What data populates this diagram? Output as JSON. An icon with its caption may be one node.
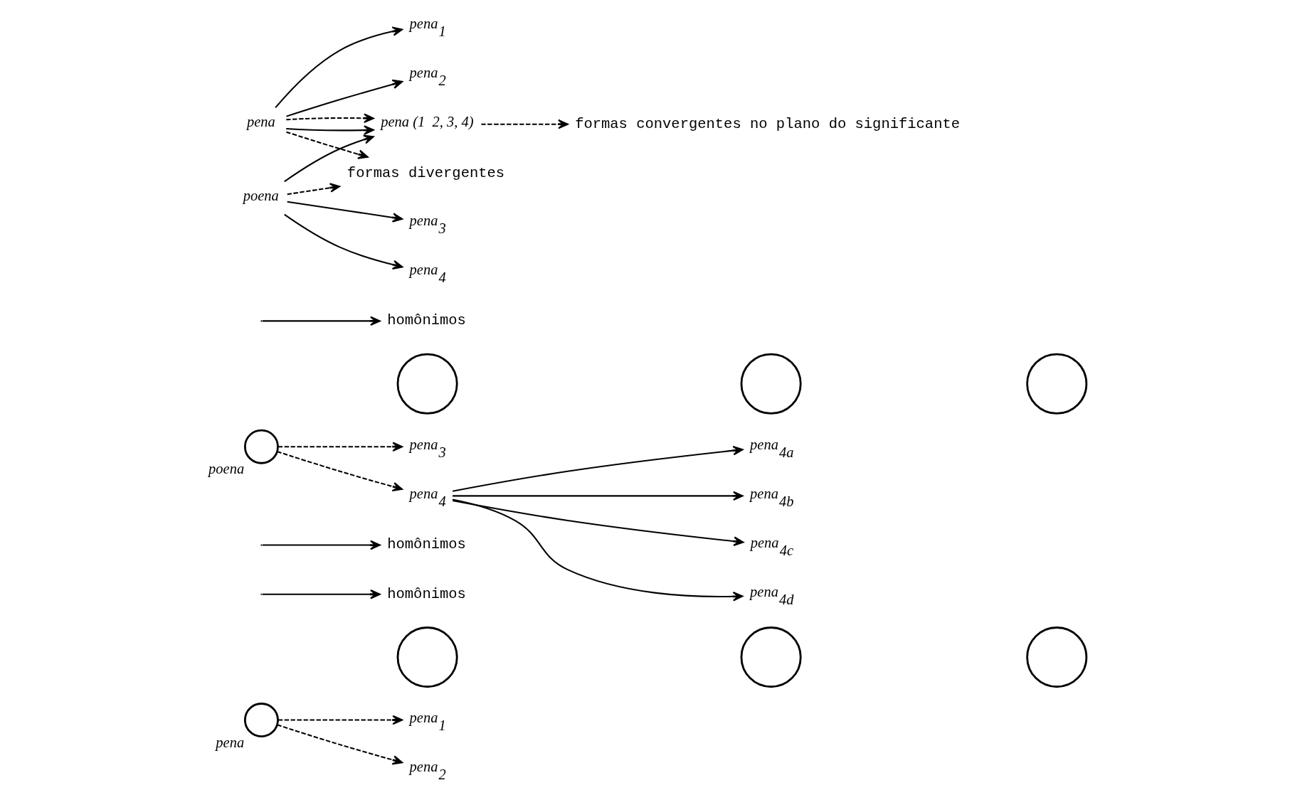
{
  "diagram": {
    "nodes": [
      {
        "text": [],
        "shape": "circle",
        "beside": [
          "pena"
        ]
      },
      {
        "text": [],
        "shape": "circle"
      },
      {
        "text": [],
        "shape": "circle"
      },
      {
        "text": [],
        "shape": "circle"
      },
      {
        "text": [
          "pena$_{1}$"
        ]
      },
      {
        "text": [
          "pena$_{2}$"
        ]
      },
      {
        "text": [
          "homônimos"
        ]
      },
      {
        "text": [
          "homônimos"
        ]
      },
      {
        "text": [],
        "shape": "circle",
        "beside": [
          "poena"
        ]
      },
      {
        "text": [],
        "shape": "circle"
      },
      {
        "text": [],
        "shape": "circle"
      },
      {
        "text": [],
        "shape": "circle"
      },
      {
        "text": [
          "pena$_{3}$"
        ]
      },
      {
        "text": [
          "pena$_{4}$"
        ]
      },
      {
        "text": [
          "homônimos"
        ]
      },
      {
        "text": [
          "pena$_{4a}$"
        ]
      },
      {
        "text": [
          "pena$_{4b}$"
        ]
      },
      {
        "text": [
          "pena$_{4c}$"
        ]
      },
      {
        "text": [
          "pena$_{4d}$"
        ]
      },
      {
        "text": [
          "pena"
        ]
      },
      {
        "text": [
          "pena$_{1}$"
        ]
      },
      {
        "text": [
          "pena$_{2}$"
        ]
      },
      {
        "text": [
          "poena"
        ]
      },
      {
        "text": [
          "pena$_{3}$"
        ]
      },
      {
        "text": [
          "pena$_{4}$"
        ]
      },
      {
        "text": [
          "pena (1  2, 3, 4)"
        ]
      },
      {
        "text": [
          "formas divergentes"
        ]
      },
      {
        "text": [
          "formas convergentes no plano do significante"
        ]
      }
    ],
    "edges": [
      {
        "from": 0,
        "to": 4,
        "arrow": "to",
        "style": "dashed"
      },
      {
        "from": 0,
        "to": 5,
        "arrow": "to",
        "style": "dashed"
      },
      {
        "from": null,
        "to": 6,
        "arrow": "to"
      },
      {
        "from": null,
        "to": 7,
        "arrow": "to"
      },
      {
        "from": 8,
        "to": 12,
        "arrow": "to",
        "style": "dashed"
      },
      {
        "from": 8,
        "to": 13,
        "arrow": "to",
        "style": "dashed"
      },
      {
        "from": null,
        "to": 14,
        "arrow": "to"
      },
      {
        "from": 13,
        "to": 15,
        "arrow": "to"
      },
      {
        "from": 13,
        "to": 16,
        "arrow": "to"
      },
      {
        "from": 13,
        "to": 17,
        "arrow": "to"
      },
      {
        "from": 13,
        "to": 18,
        "arrow": "to"
      },
      {
        "from": 19,
        "to": 20,
        "arrow": "to"
      },
      {
        "from": 19,
        "to": 21,
        "arrow": "to"
      },
      {
        "from": 19,
        "to": 25,
        "arrow": "to"
      },
      {
        "from": 22,
        "to": 23,
        "arrow": "to"
      },
      {
        "from": 22,
        "to": 24,
        "arrow": "to"
      },
      {
        "from": 22,
        "to": 25,
        "arrow": "to"
      },
      {
        "from": 19,
        "to": 26,
        "arrow": "to",
        "style": "dashed"
      },
      {
        "from": 22,
        "to": 26,
        "arrow": "to",
        "style": "dashed"
      },
      {
        "from": 19,
        "to": 25,
        "arrow": "to",
        "style": "dashed"
      },
      {
        "from": 25,
        "to": 27,
        "arrow": "to",
        "style": "dashed"
      }
    ]
  }
}
